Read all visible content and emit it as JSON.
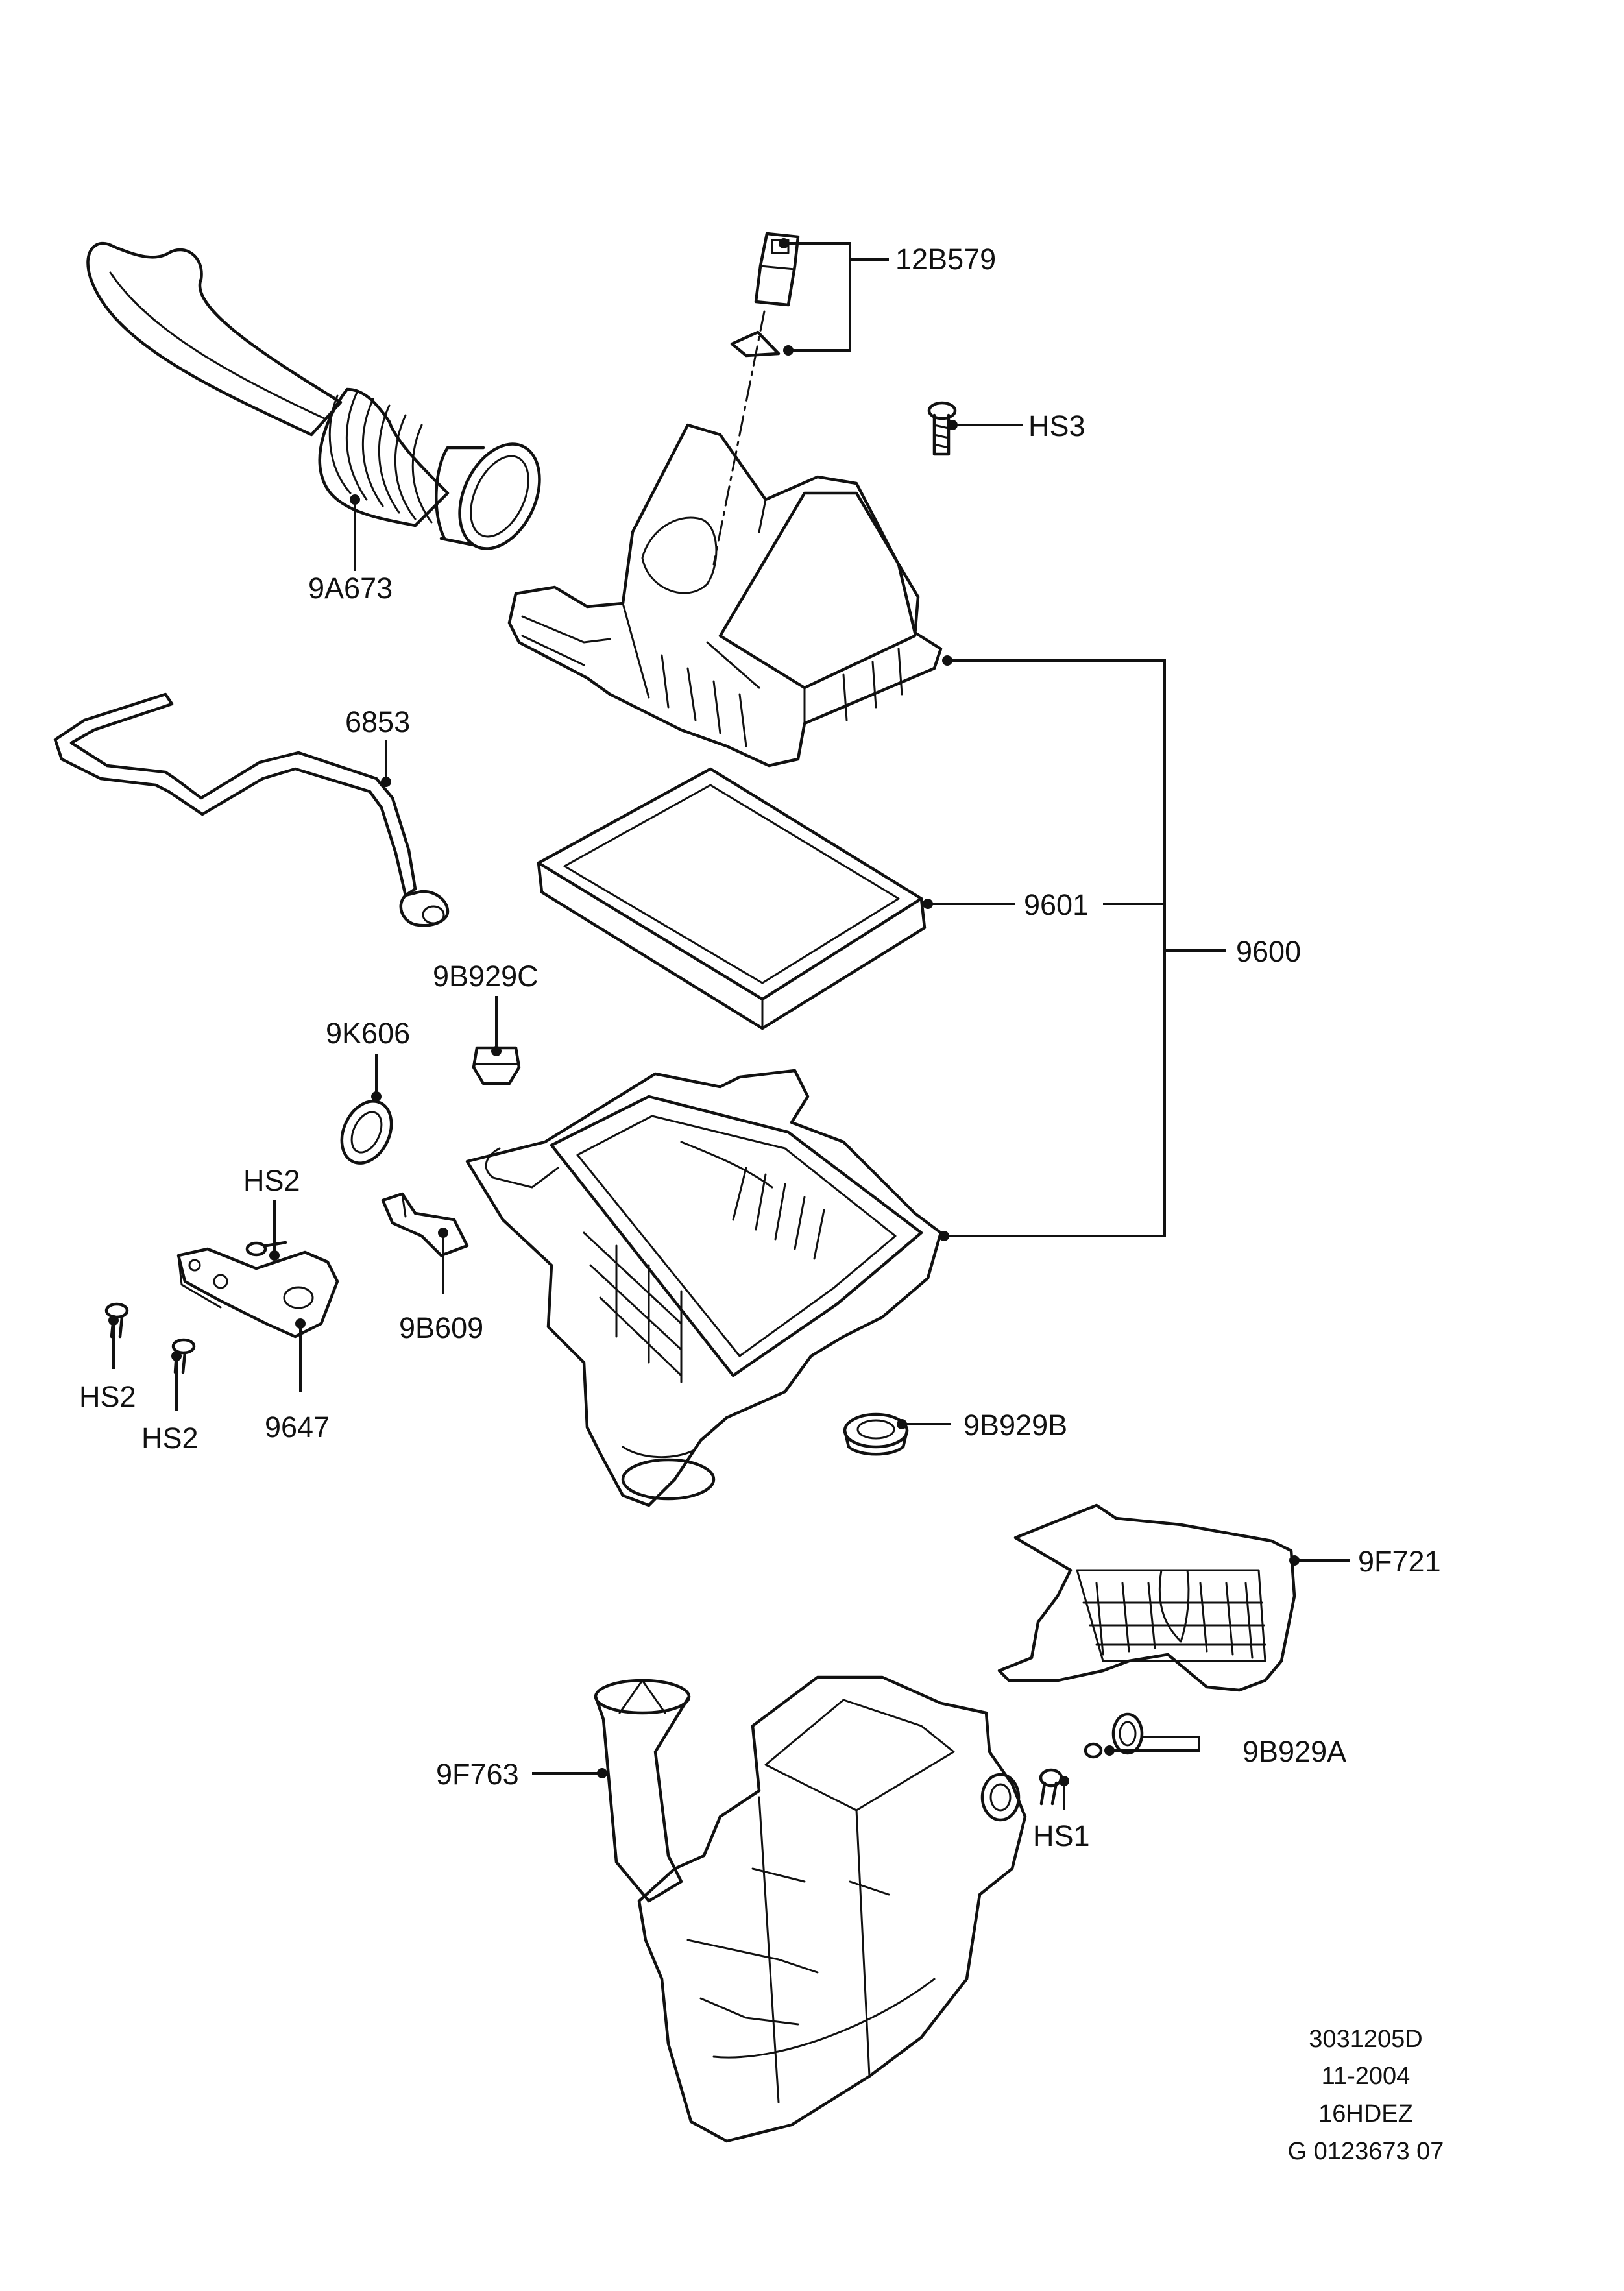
{
  "diagram": {
    "callouts": {
      "12B579": "12B579",
      "HS3": "HS3",
      "9A673": "9A673",
      "6853": "6853",
      "9601": "9601",
      "9600": "9600",
      "9B929C": "9B929C",
      "9K606": "9K606",
      "HS2_top": "HS2",
      "9B609": "9B609",
      "HS2_left": "HS2",
      "HS2_bottom": "HS2",
      "9647": "9647",
      "9B929B": "9B929B",
      "9F721": "9F721",
      "9B929A": "9B929A",
      "9F763": "9F763",
      "HS1": "HS1"
    },
    "info_block": [
      "3031205D",
      "11-2004",
      "16HDEZ",
      "G 0123673 07"
    ]
  }
}
